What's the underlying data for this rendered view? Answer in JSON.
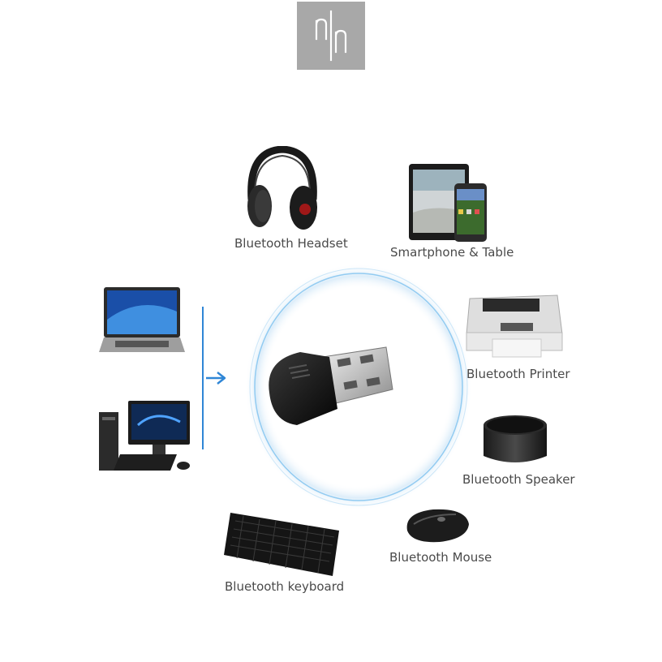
{
  "logo": {
    "icon": "nln-monogram",
    "background": "#a8a8a8"
  },
  "center": {
    "device": "usb-bluetooth-dongle",
    "ring_color": "#4aa8e8"
  },
  "accent": "#2f86d6",
  "devices": {
    "headset": {
      "label": "Bluetooth Headset",
      "icon": "headphones"
    },
    "phone_tablet": {
      "label": "Smartphone & Table",
      "icon": "tablet-smartphone"
    },
    "printer": {
      "label": "Bluetooth Printer",
      "icon": "printer"
    },
    "speaker": {
      "label": "Bluetooth Speaker",
      "icon": "speaker"
    },
    "mouse": {
      "label": "Bluetooth Mouse",
      "icon": "mouse"
    },
    "keyboard": {
      "label": "Bluetooth keyboard",
      "icon": "keyboard"
    },
    "laptop": {
      "icon": "laptop"
    },
    "desktop": {
      "icon": "desktop-computer"
    }
  }
}
